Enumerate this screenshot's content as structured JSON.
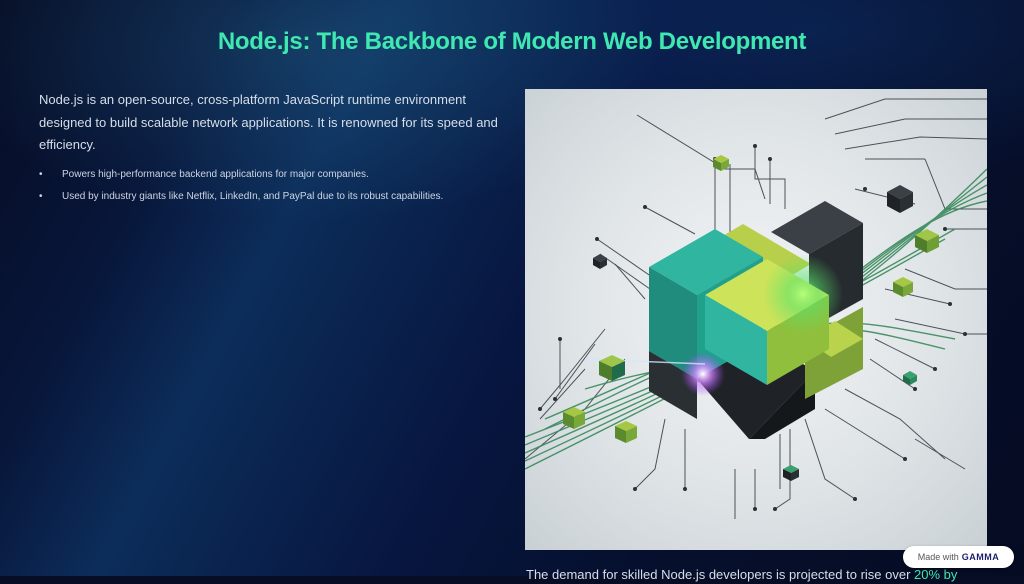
{
  "slide": {
    "title": "Node.js: The Backbone of Modern Web Development",
    "intro": "Node.js is an open-source, cross-platform JavaScript runtime environment designed to build scalable network applications. It is renowned for its speed and efficiency.",
    "bullets": [
      "Powers high-performance backend applications for major companies.",
      "Used by industry giants like Netflix, LinkedIn, and PayPal due to its robust capabilities."
    ],
    "bottom_text": "The demand for skilled Node.js developers is projected to rise over ",
    "bottom_highlight": "20% by"
  },
  "badge": {
    "prefix": "Made with",
    "brand": "GAMMA"
  },
  "colors": {
    "accent": "#3ee8b0",
    "background": "#060d24",
    "body_text": "#d7deea"
  },
  "hero_image": {
    "icon": "circuit-cube-illustration"
  }
}
